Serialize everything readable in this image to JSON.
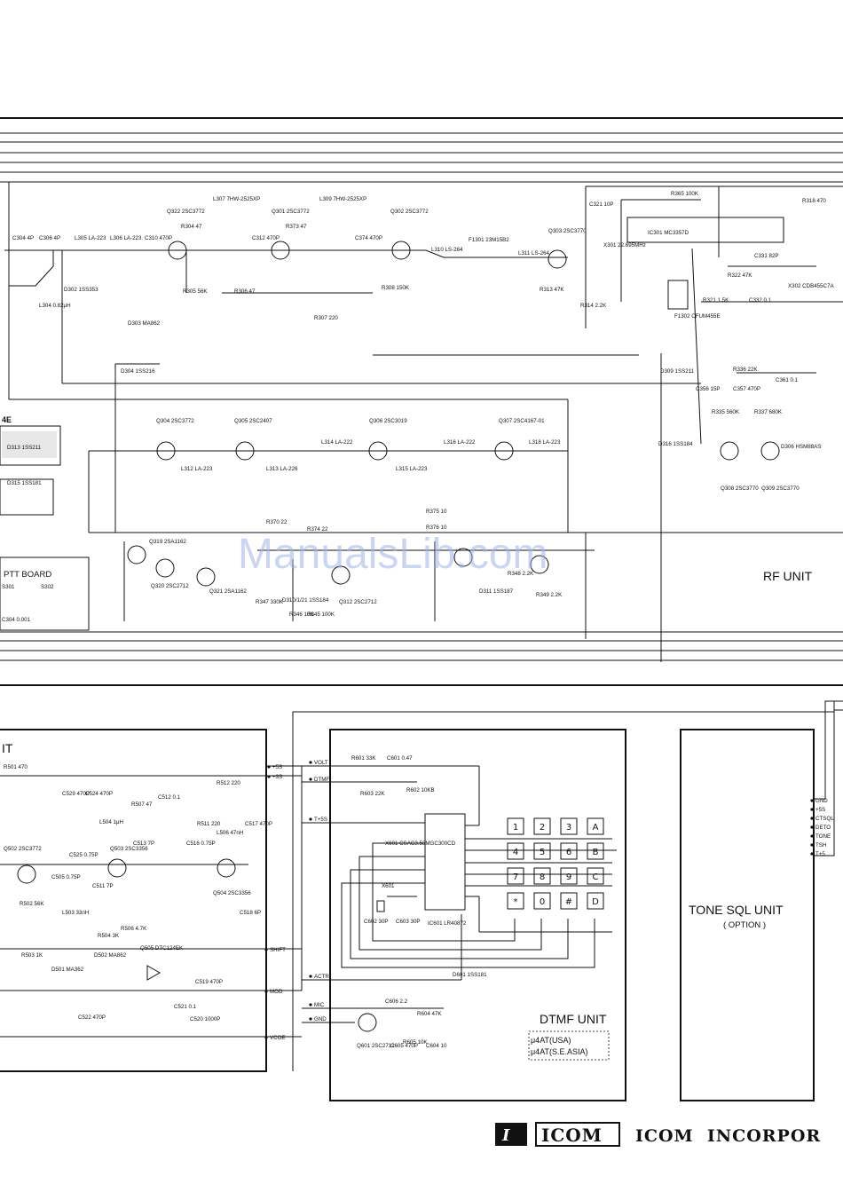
{
  "rf_unit": {
    "title": "RF UNIT",
    "labels": [
      "C304 4P",
      "C306 4P",
      "L305 LA-223",
      "L306 LA-223",
      "C310 470P",
      "R304 47",
      "Q322 2SC3772",
      "L307 7HW-2525XP",
      "C312 470P",
      "Q301 2SC3772",
      "R373 47",
      "L309 7HW-2525XP",
      "C374 470P",
      "Q302 2SC3772",
      "L310 LS-264",
      "F1301 23M15B2",
      "L311 LS-264",
      "Q303 2SC3770",
      "C321 10P",
      "R365 100K",
      "IC301 MC3357D",
      "R318 470",
      "X301 22.695MHz",
      "F1302 CFUM455E",
      "R321 1.5K",
      "R322 47K",
      "C331 82P",
      "C332 0.1",
      "X302 CDB455C7A",
      "D302 1SS353",
      "L304 0.82μH",
      "D303 MA862",
      "R305 56K",
      "R306 47",
      "R307 220",
      "R308 150K",
      "R313 47K",
      "R314 2.2K",
      "D304 1SS216",
      "R336 22K",
      "R335 560K",
      "R337 680K",
      "D306 HSM88AS",
      "Q308 2SC3770",
      "Q309 2SC3770",
      "Q304 2SC3772",
      "Q305 2SC2407",
      "Q306 2SC3019",
      "Q307 2SC4167-01",
      "L312 LA-223",
      "L313 LA-226",
      "L314 LA-222",
      "L315 LA-223",
      "L316 LA-222",
      "L318 LA-223",
      "R370 22",
      "R374 22",
      "R375 10",
      "R376 10",
      "D311 1SS187",
      "R348 2.2K",
      "R349 2.2K",
      "Q319 2SA1162",
      "Q320 2SC2712",
      "Q321 2SA1162",
      "D310/1/21 1SS184",
      "Q312 2SC2712",
      "R345 100K",
      "R346 10K",
      "R347 330K",
      "D313 1SS211",
      "D315 1SS181",
      "C361 0.1",
      "C357 470P",
      "C356 15P",
      "D309 1SS211",
      "D316 1SS184"
    ],
    "ptt_board": "PTT BOARD",
    "switches": [
      "S301",
      "S302"
    ],
    "cap": "C304 0.001",
    "left_tag": "4E"
  },
  "mod_unit": {
    "header": "IT",
    "rails": [
      "+5S",
      "+3S"
    ],
    "pins": [
      "SHIFT",
      "MOD",
      "VCOE"
    ],
    "labels": [
      "R501 470",
      "Q502 2SC3772",
      "C505 0.75P",
      "C525 0.75P",
      "C511 7P",
      "Q503 2SC3356",
      "C513 7P",
      "L504 1μH",
      "R507 47",
      "C512 0.1",
      "C516 0.75P",
      "L506 47nH",
      "R512 220",
      "Q504 2SC3356",
      "C517 470P",
      "R511 220",
      "R506 4.7K",
      "R504 3K",
      "R502 56K",
      "L503 33nH",
      "R503 1K",
      "D501 MA362",
      "D502 MA862",
      "Q505 DTC124EK",
      "C521 0.1",
      "C519 470P",
      "C520 1000P",
      "C522 470P",
      "C529 470P",
      "C524 470P",
      "C518 6P"
    ]
  },
  "dtmf_unit": {
    "title": "DTMF UNIT",
    "variants": [
      "μ4AT(USA)",
      "μ4AT(S.E.ASIA)"
    ],
    "pins": [
      "VOLT",
      "DTMF",
      "T+5S",
      "ACTR",
      "MIC",
      "GND"
    ],
    "labels": [
      "R601 33K",
      "C601 0.47",
      "R603 22K",
      "R602 10KB",
      "X601 CSAC3.58MGC300CD",
      "X601",
      "IC601 LR40872",
      "C602 30P",
      "C603 30P",
      "D601 1SS181",
      "C606 2.2",
      "R604 47K",
      "C604 10",
      "C605 470P",
      "R605 10K",
      "Q601 2SC2712"
    ],
    "keypad": [
      "1",
      "2",
      "3",
      "A",
      "4",
      "5",
      "6",
      "B",
      "7",
      "8",
      "9",
      "C",
      "*",
      "0",
      "#",
      "D"
    ]
  },
  "tone_unit": {
    "title": "TONE SQL UNIT",
    "subtitle": "( OPTION )",
    "pins": [
      "GND",
      "+5S",
      "CTSQL",
      "DETO",
      "TONE",
      "TSH",
      "T+5"
    ]
  },
  "footer": {
    "logo_text": "ICOM",
    "company": "ICOM  INCORPOR"
  },
  "watermark": "ManualsLib.com"
}
